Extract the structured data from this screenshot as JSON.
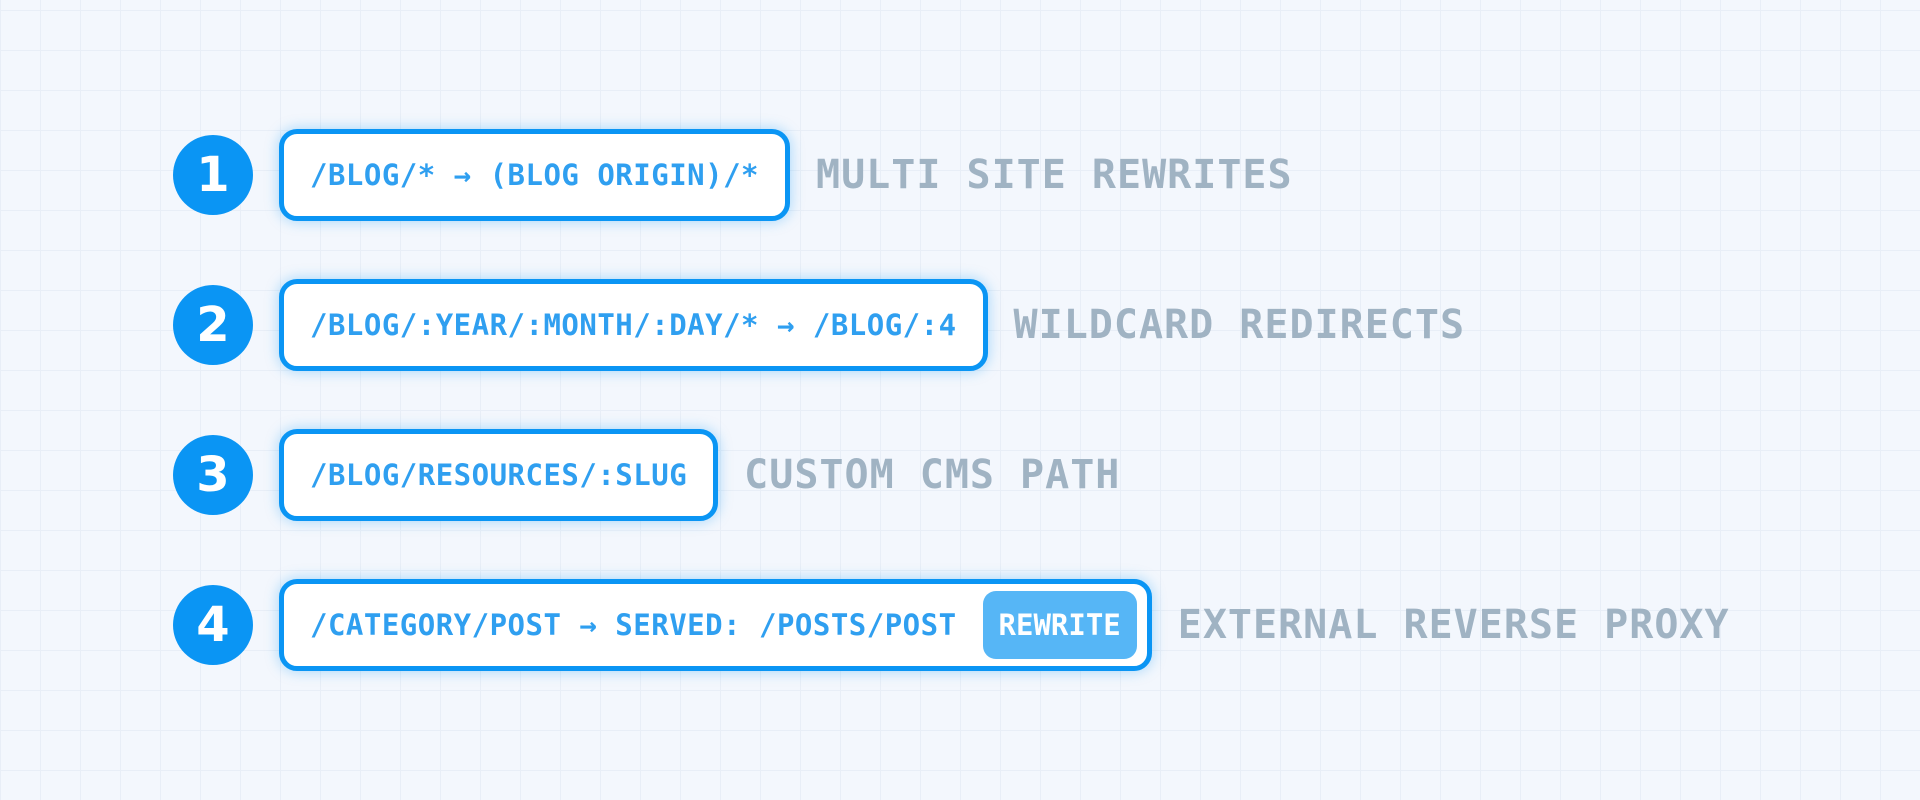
{
  "rules": [
    {
      "number": "1",
      "pattern": "/BLOG/* → (BLOG ORIGIN)/*",
      "description": "MULTI SITE REWRITES"
    },
    {
      "number": "2",
      "pattern": "/BLOG/:YEAR/:MONTH/:DAY/* → /BLOG/:4",
      "description": "WILDCARD REDIRECTS"
    },
    {
      "number": "3",
      "pattern": "/BLOG/RESOURCES/:SLUG",
      "description": "CUSTOM CMS PATH"
    },
    {
      "number": "4",
      "pattern": "/CATEGORY/POST → SERVED: /POSTS/POST",
      "badge": "REWRITE",
      "description": "EXTERNAL REVERSE PROXY"
    }
  ],
  "colors": {
    "accent": "#0a95f4",
    "rule_text": "#2f9ff0",
    "badge_bg": "#56b6f6",
    "description_text": "#a0b3c3",
    "background": "#f3f7fd"
  }
}
